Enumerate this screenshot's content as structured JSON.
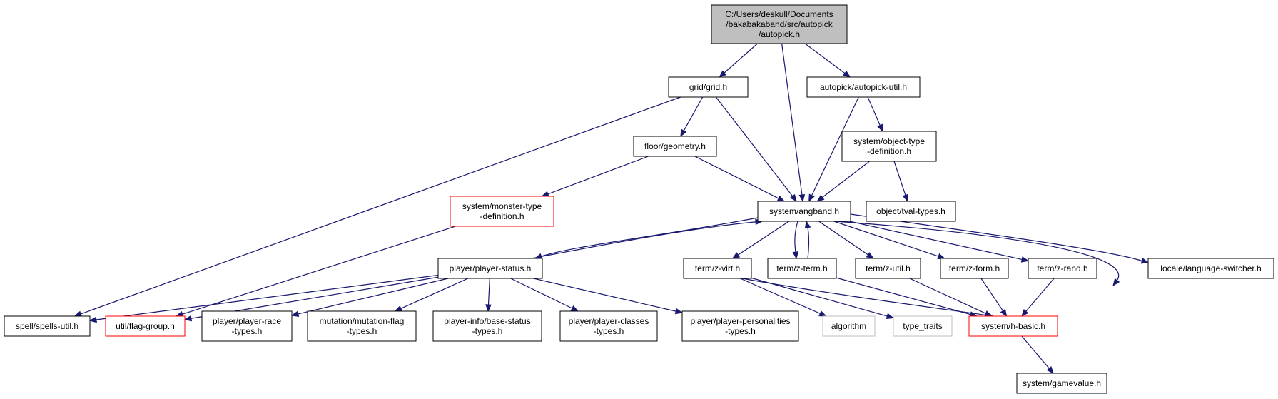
{
  "colors": {
    "edge": "#191970",
    "border_default": "#000000",
    "border_truncated": "#ff0000",
    "border_external": "#bfbfbf",
    "root_fill": "#bfbfbf",
    "default_fill": "#ffffff"
  },
  "nodes": [
    {
      "id": "root",
      "lines": [
        "C:/Users/deskull/Documents",
        "/bakabakaband/src/autopick",
        "/autopick.h"
      ],
      "style": "root"
    },
    {
      "id": "grid",
      "lines": [
        "grid/grid.h"
      ],
      "style": "normal"
    },
    {
      "id": "autopick_util",
      "lines": [
        "autopick/autopick-util.h"
      ],
      "style": "normal"
    },
    {
      "id": "geometry",
      "lines": [
        "floor/geometry.h"
      ],
      "style": "normal"
    },
    {
      "id": "object_type",
      "lines": [
        "system/object-type",
        "-definition.h"
      ],
      "style": "normal"
    },
    {
      "id": "monster_type",
      "lines": [
        "system/monster-type",
        "-definition.h"
      ],
      "style": "truncated"
    },
    {
      "id": "angband",
      "lines": [
        "system/angband.h"
      ],
      "style": "normal"
    },
    {
      "id": "tval",
      "lines": [
        "object/tval-types.h"
      ],
      "style": "normal"
    },
    {
      "id": "player_status",
      "lines": [
        "player/player-status.h"
      ],
      "style": "normal"
    },
    {
      "id": "zvirt",
      "lines": [
        "term/z-virt.h"
      ],
      "style": "normal"
    },
    {
      "id": "zterm",
      "lines": [
        "term/z-term.h"
      ],
      "style": "normal"
    },
    {
      "id": "zutil",
      "lines": [
        "term/z-util.h"
      ],
      "style": "normal"
    },
    {
      "id": "zform",
      "lines": [
        "term/z-form.h"
      ],
      "style": "normal"
    },
    {
      "id": "zrand",
      "lines": [
        "term/z-rand.h"
      ],
      "style": "normal"
    },
    {
      "id": "locale",
      "lines": [
        "locale/language-switcher.h"
      ],
      "style": "normal"
    },
    {
      "id": "spells",
      "lines": [
        "spell/spells-util.h"
      ],
      "style": "normal"
    },
    {
      "id": "flaggroup",
      "lines": [
        "util/flag-group.h"
      ],
      "style": "truncated"
    },
    {
      "id": "race",
      "lines": [
        "player/player-race",
        "-types.h"
      ],
      "style": "normal"
    },
    {
      "id": "mutation",
      "lines": [
        "mutation/mutation-flag",
        "-types.h"
      ],
      "style": "normal"
    },
    {
      "id": "basestatus",
      "lines": [
        "player-info/base-status",
        "-types.h"
      ],
      "style": "normal"
    },
    {
      "id": "classes",
      "lines": [
        "player/player-classes",
        "-types.h"
      ],
      "style": "normal"
    },
    {
      "id": "personalities",
      "lines": [
        "player/player-personalities",
        "-types.h"
      ],
      "style": "normal"
    },
    {
      "id": "algorithm",
      "lines": [
        "algorithm"
      ],
      "style": "external"
    },
    {
      "id": "typetraits",
      "lines": [
        "type_traits"
      ],
      "style": "external"
    },
    {
      "id": "hbasic",
      "lines": [
        "system/h-basic.h"
      ],
      "style": "truncated"
    },
    {
      "id": "gamevalue",
      "lines": [
        "system/gamevalue.h"
      ],
      "style": "normal"
    }
  ],
  "edges": [
    {
      "from": "root",
      "to": "grid"
    },
    {
      "from": "root",
      "to": "angband"
    },
    {
      "from": "root",
      "to": "autopick_util"
    },
    {
      "from": "grid",
      "to": "geometry"
    },
    {
      "from": "grid",
      "to": "angband"
    },
    {
      "from": "grid",
      "to": "spells"
    },
    {
      "from": "autopick_util",
      "to": "angband"
    },
    {
      "from": "autopick_util",
      "to": "object_type"
    },
    {
      "from": "geometry",
      "to": "monster_type"
    },
    {
      "from": "geometry",
      "to": "angband"
    },
    {
      "from": "object_type",
      "to": "angband"
    },
    {
      "from": "object_type",
      "to": "tval"
    },
    {
      "from": "monster_type",
      "to": "flaggroup"
    },
    {
      "from": "angband",
      "to": "player_status"
    },
    {
      "from": "angband",
      "to": "zvirt"
    },
    {
      "from": "angband",
      "to": "zterm"
    },
    {
      "from": "angband",
      "to": "zutil"
    },
    {
      "from": "angband",
      "to": "zform"
    },
    {
      "from": "angband",
      "to": "zrand"
    },
    {
      "from": "angband",
      "to": "locale"
    },
    {
      "from": "angband",
      "to": "gamevalue"
    },
    {
      "from": "player_status",
      "to": "angband"
    },
    {
      "from": "player_status",
      "to": "spells"
    },
    {
      "from": "player_status",
      "to": "flaggroup"
    },
    {
      "from": "player_status",
      "to": "race"
    },
    {
      "from": "player_status",
      "to": "mutation"
    },
    {
      "from": "player_status",
      "to": "basestatus"
    },
    {
      "from": "player_status",
      "to": "classes"
    },
    {
      "from": "player_status",
      "to": "personalities"
    },
    {
      "from": "zterm",
      "to": "angband"
    },
    {
      "from": "zvirt",
      "to": "algorithm"
    },
    {
      "from": "zvirt",
      "to": "typetraits"
    },
    {
      "from": "zvirt",
      "to": "hbasic"
    },
    {
      "from": "zterm",
      "to": "hbasic"
    },
    {
      "from": "zutil",
      "to": "hbasic"
    },
    {
      "from": "zform",
      "to": "hbasic"
    },
    {
      "from": "zrand",
      "to": "hbasic"
    },
    {
      "from": "hbasic",
      "to": "gamevalue"
    }
  ]
}
